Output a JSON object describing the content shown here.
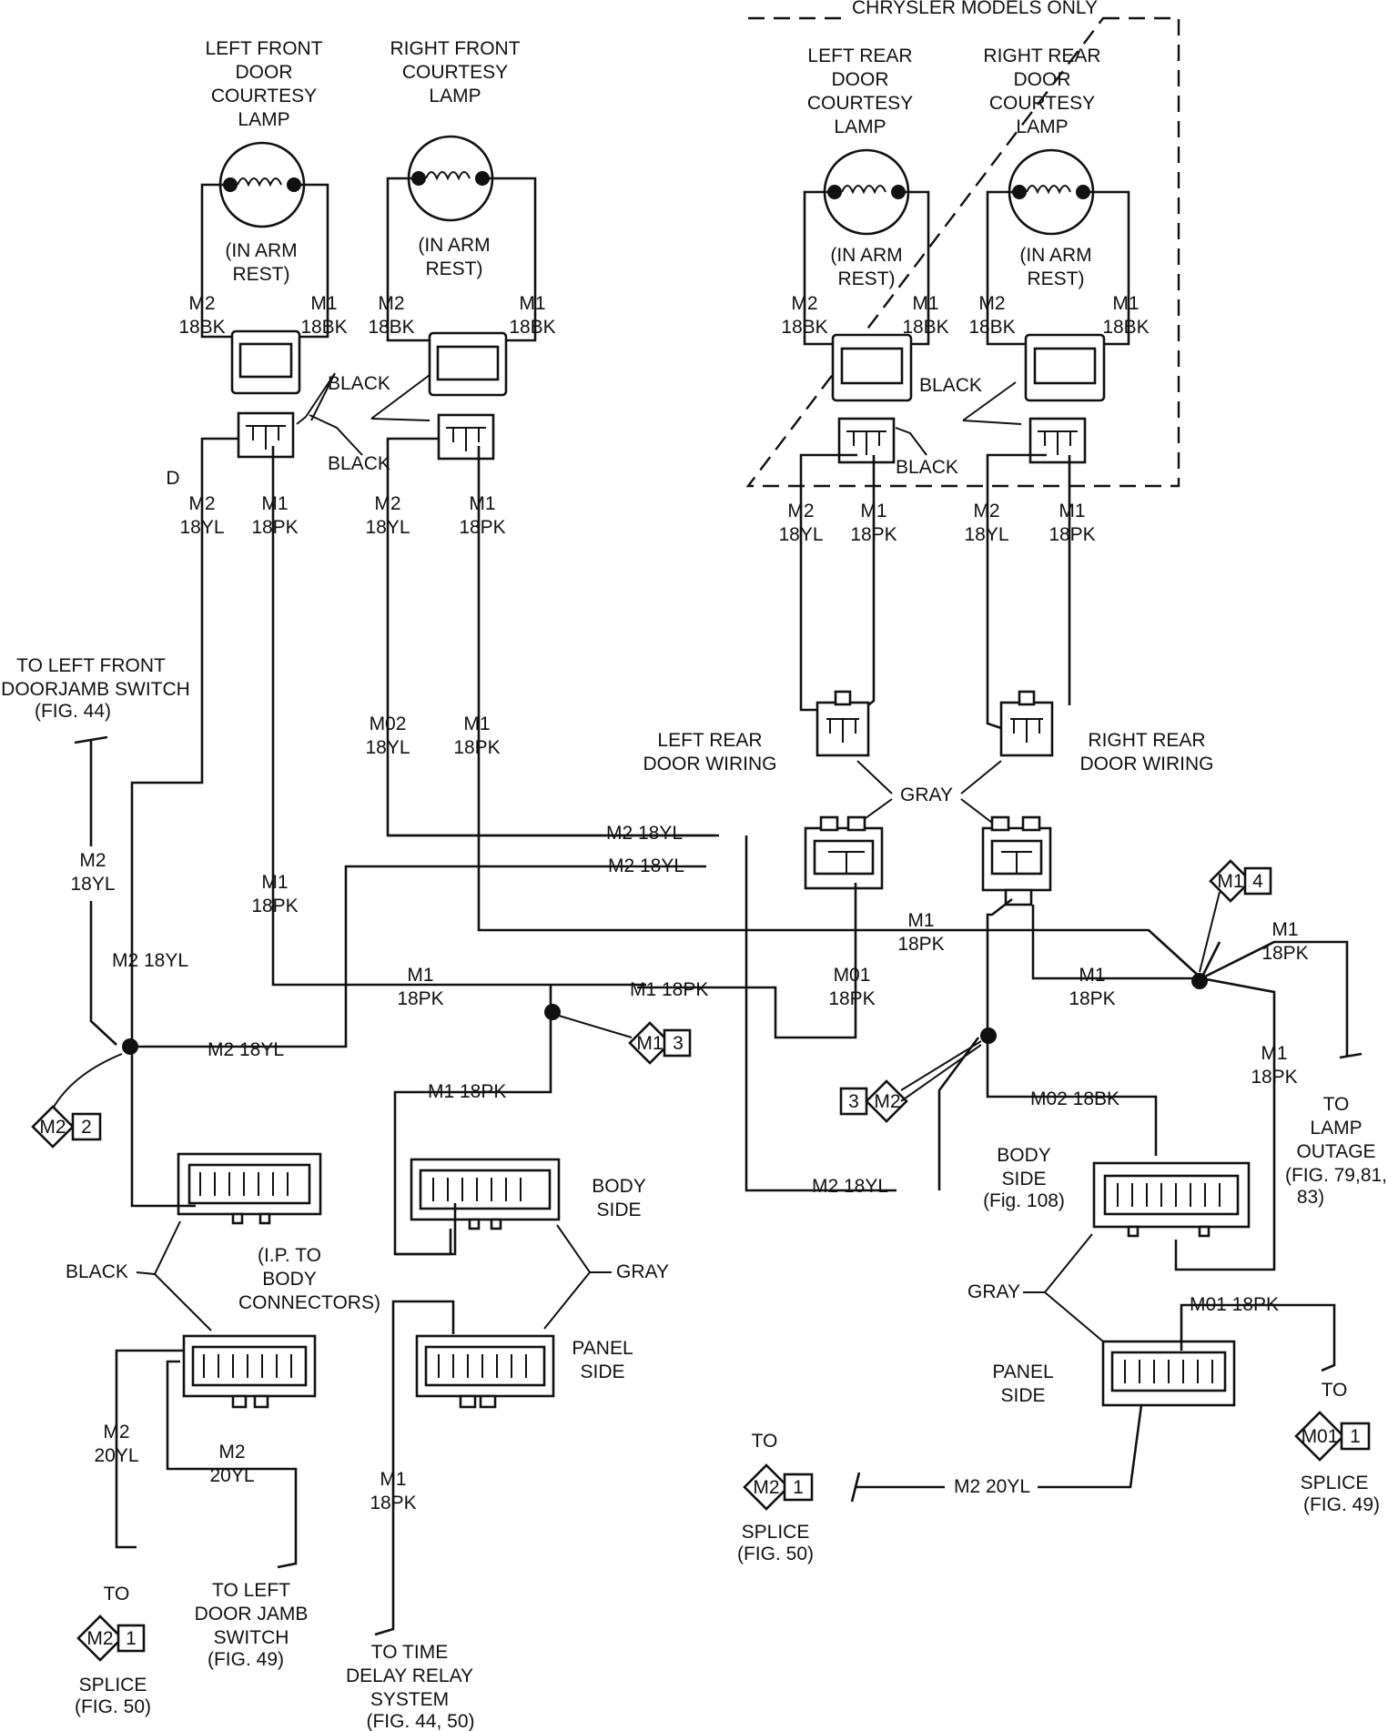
{
  "header": {
    "chrysler_only": "CHRYSLER MODELS ONLY"
  },
  "lamps": {
    "left_front": [
      "LEFT FRONT",
      "DOOR",
      "COURTESY",
      "LAMP"
    ],
    "right_front": [
      "RIGHT FRONT",
      "COURTESY",
      "LAMP"
    ],
    "left_rear": [
      "LEFT REAR",
      "DOOR",
      "COURTESY",
      "LAMP"
    ],
    "right_rear": [
      "RIGHT REAR",
      "DOOR",
      "COURTESY",
      "LAMP"
    ],
    "in_arm": "(IN ARM",
    "rest": "REST)"
  },
  "wires": {
    "m2": "M2",
    "m1": "M1",
    "m02": "M02",
    "m01": "M01",
    "bk18": "18BK",
    "yl18": "18YL",
    "pk18": "18PK",
    "yl20": "20YL",
    "m2_18yl": "M2 18YL",
    "m1_18pk": "M1 18PK",
    "m02_18bk": "M02 18BK",
    "m01_18pk": "M01 18PK",
    "m2_20yl": "M2 20YL"
  },
  "colors": {
    "black": "BLACK",
    "gray": "GRAY"
  },
  "labels": {
    "d_mark": "D",
    "to": "TO",
    "left_rear_door_wiring": [
      "LEFT REAR",
      "DOOR WIRING"
    ],
    "right_rear_door_wiring": [
      "RIGHT REAR",
      "DOOR WIRING"
    ],
    "to_left_front_doorjamb": [
      "TO LEFT FRONT",
      "DOORJAMB SWITCH",
      "(FIG. 44)"
    ],
    "to_lamp_outage": [
      "TO",
      "LAMP",
      "OUTAGE",
      "(FIG. 79,81,",
      "83)"
    ],
    "body_side": [
      "BODY",
      "SIDE"
    ],
    "body_side_fig": [
      "BODY",
      "SIDE",
      "(Fig. 108)"
    ],
    "panel_side": [
      "PANEL",
      "SIDE"
    ],
    "ip_to_body": [
      "(I.P. TO",
      "BODY",
      "CONNECTORS)"
    ],
    "to_left_door_jamb": [
      "TO LEFT",
      "DOOR JAMB",
      "SWITCH",
      "(FIG. 49)"
    ],
    "to_time_delay": [
      "TO TIME",
      "DELAY RELAY",
      "SYSTEM",
      "(FIG. 44, 50)"
    ],
    "splice": "SPLICE",
    "fig50": "(FIG. 50)",
    "fig49": "(FIG. 49)"
  },
  "splice_tags": {
    "m1_4": [
      "M1",
      "4"
    ],
    "m1_3": [
      "M1",
      "3"
    ],
    "m2_2": [
      "M2",
      "2"
    ],
    "m2_3": [
      "M2",
      "3"
    ],
    "m2_1": [
      "M2",
      "1"
    ],
    "m01_1": [
      "M01",
      "1"
    ]
  }
}
